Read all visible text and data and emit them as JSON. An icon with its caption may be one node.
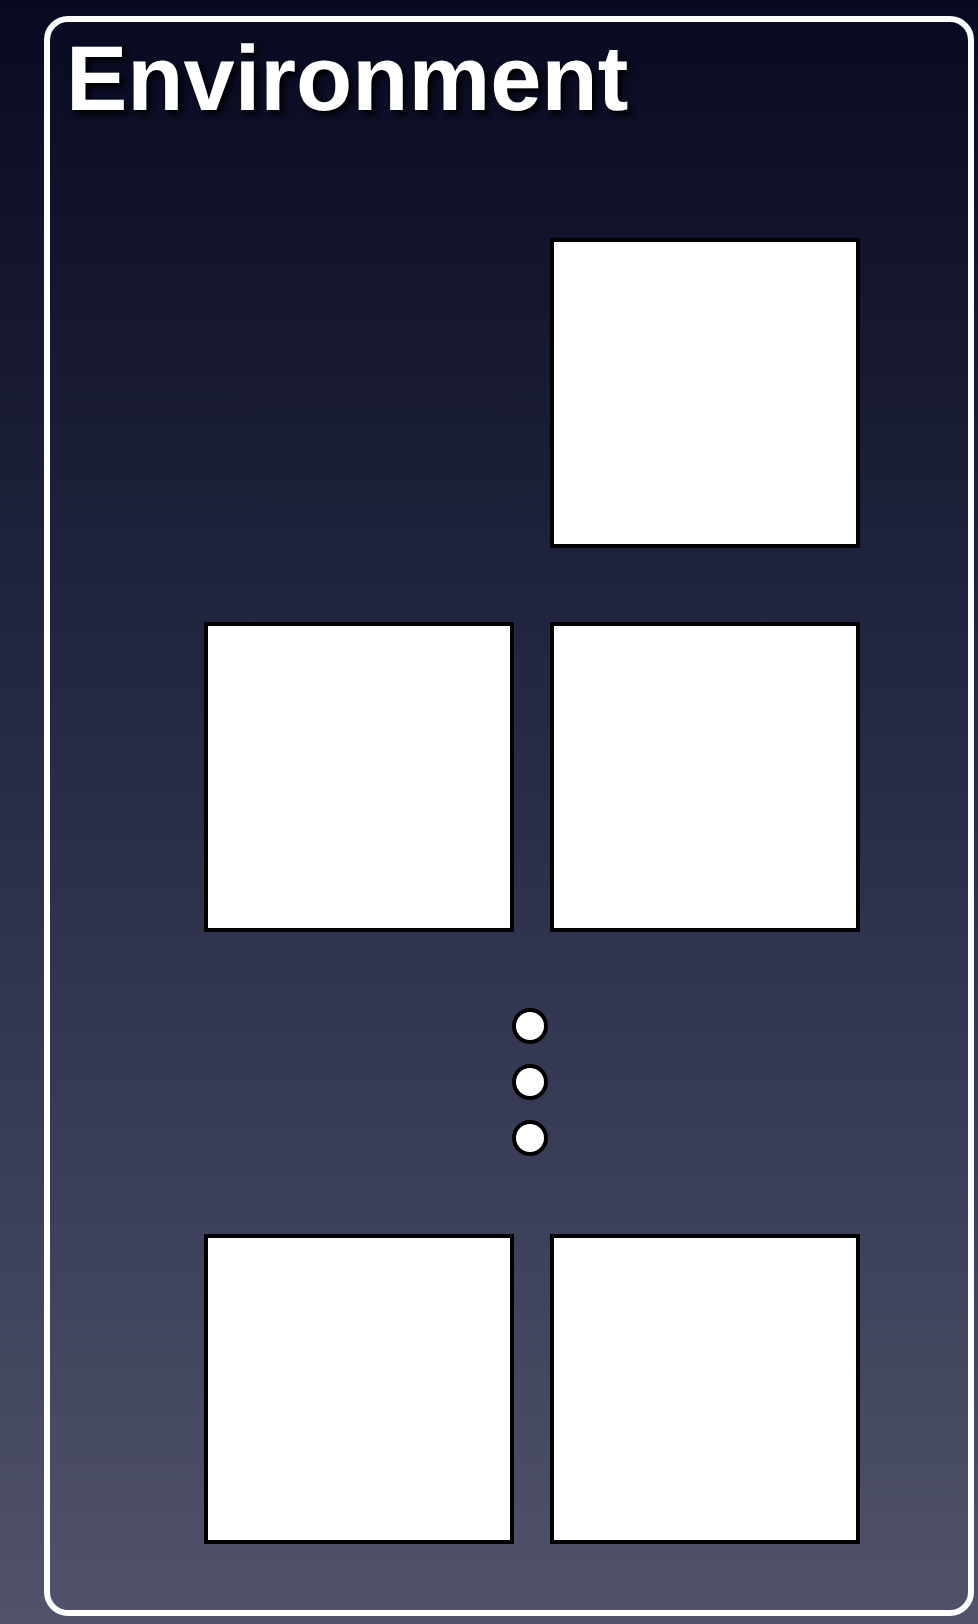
{
  "diagram": {
    "nodes": [
      {
        "text": [
          "Environment"
        ]
      },
      {
        "text": [],
        "shape": "box",
        "in": 0
      },
      {
        "text": [],
        "shape": "box",
        "in": 0
      },
      {
        "text": [],
        "shape": "box",
        "in": 0
      },
      {
        "text": [],
        "shape": "box",
        "in": 0
      },
      {
        "text": [],
        "shape": "box",
        "in": 0
      }
    ]
  }
}
